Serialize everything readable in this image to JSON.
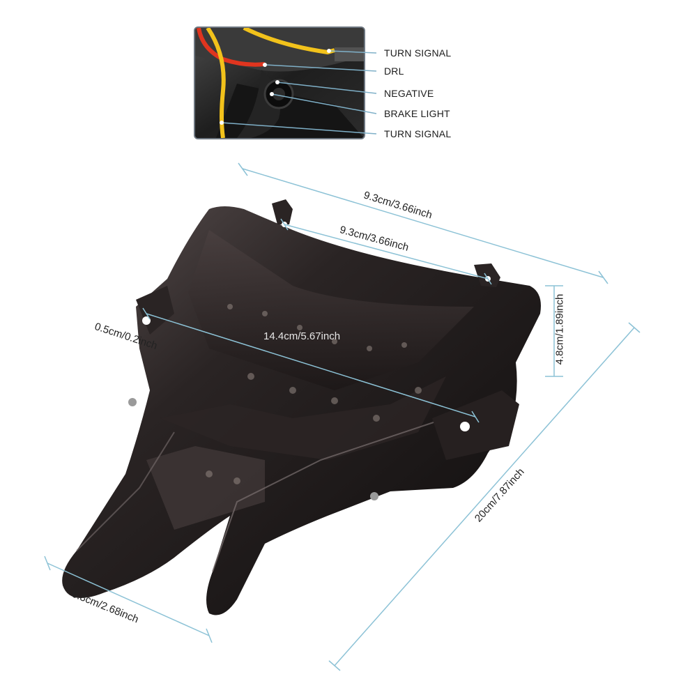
{
  "wiring": {
    "labels": [
      "TURN SIGNAL",
      "DRL",
      "NEGATIVE",
      "BRAKE LIGHT",
      "TURN SIGNAL"
    ]
  },
  "dimensions": {
    "top_width_outer": "9.3cm/3.66inch",
    "top_width_inner": "9.3cm/3.66inch",
    "diagonal_length": "14.4cm/5.67inch",
    "mount_hole": "0.5cm/0.2inch",
    "height": "4.8cm/1.89inch",
    "total_length": "20cm/7.87inch",
    "bottom_width": "6.8cm/2.68inch"
  },
  "colors": {
    "dimension_line": "#8cc2d6",
    "wire_yellow": "#f2c21b",
    "wire_red": "#e0351f",
    "smoked_lens": "#1d1a1a"
  }
}
